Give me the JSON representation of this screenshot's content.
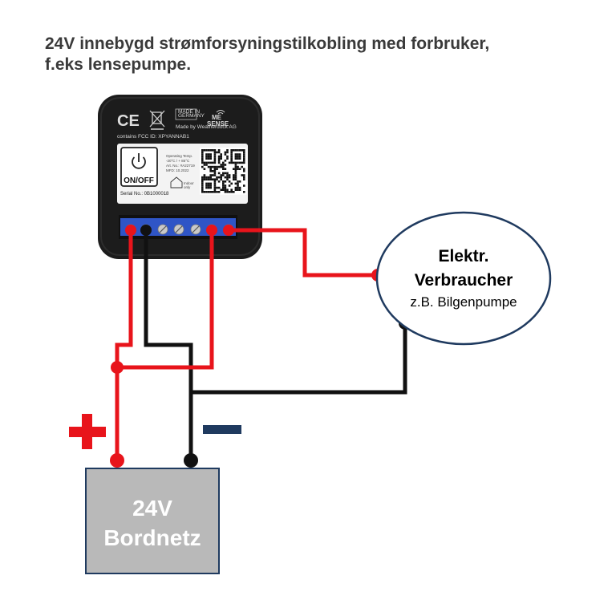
{
  "title": {
    "line1": "24V innebygd strømforsyningstilkobling med forbruker,",
    "line2": "f.eks lensepumpe."
  },
  "device": {
    "ce_mark": "CE",
    "made_in": "MADE IN\nGERMANY",
    "brand": "ME\nSENSE",
    "maker": "Made by Weatherdock AG",
    "fcc": "contains FCC ID:  XPYANNAB1",
    "button_label": "ON/OFF",
    "serial": "Serial No.: 0B1000018",
    "op_temp_label": "Operating Temp.",
    "op_temp_value": "-20°C / + 85°C",
    "art_no": "Art. No.: #A22719",
    "mfd": "MFD: 10.2022",
    "indoor": "Indoor\nonly"
  },
  "consumer": {
    "line1": "Elektr.",
    "line2": "Verbraucher",
    "line3": "z.B. Bilgenpumpe"
  },
  "battery": {
    "line1": "24V",
    "line2": "Bordnetz"
  },
  "symbols": {
    "plus": "+",
    "minus": "−"
  },
  "colors": {
    "positive_wire": "#e8141b",
    "negative_wire": "#111111",
    "battery_fill": "#b9b9b9",
    "consumer_border": "#1f3a5f",
    "device_body": "#1c1c1c",
    "terminal_blue": "#2f55c6"
  }
}
